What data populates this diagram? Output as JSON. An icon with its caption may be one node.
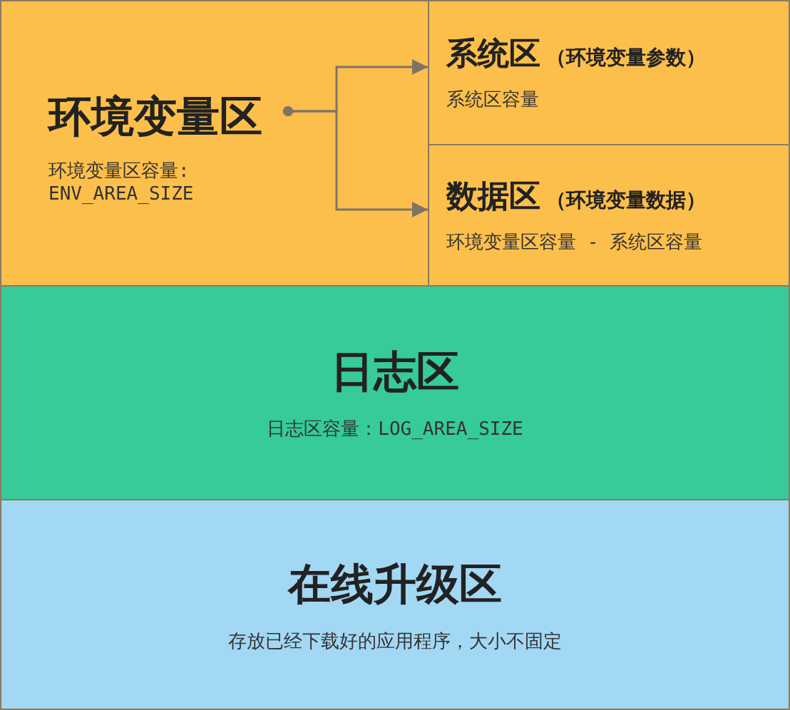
{
  "diagram": {
    "nodes": [
      {
        "text": [
          "环境变量区",
          "环境变量区容量: ENV_AREA_SIZE"
        ]
      },
      {
        "text": [
          "系统区",
          "（环境变量参数）",
          "系统区容量"
        ]
      },
      {
        "text": [
          "数据区",
          "（环境变量数据）",
          "环境变量区容量 - 系统区容量"
        ]
      },
      {
        "text": [
          "日志区",
          "日志区容量：LOG_AREA_SIZE"
        ]
      },
      {
        "text": [
          "在线升级区",
          "存放已经下载好的应用程序，大小不固定"
        ]
      }
    ],
    "edges": [
      {
        "from": 0,
        "to": 1,
        "arrow": "to"
      },
      {
        "from": 0,
        "to": 2,
        "arrow": "to"
      }
    ]
  }
}
